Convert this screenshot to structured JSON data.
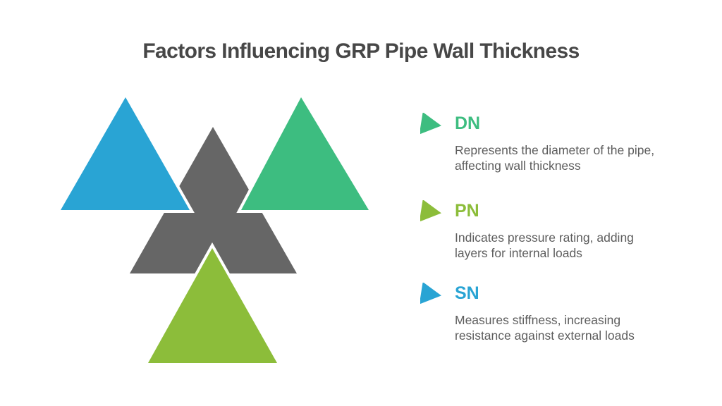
{
  "title": "Factors Influencing GRP Pipe Wall Thickness",
  "colors": {
    "dn": "#3dbd80",
    "pn": "#8cbd3a",
    "sn": "#29a4d4",
    "core": "#666666",
    "title_text": "#474747",
    "body_text": "#5d5d5d",
    "outline": "#ffffff"
  },
  "diagram": {
    "description": "Three colored triangles (SN blue top-left, DN green top-right, PN lime bottom) overlapping a dark gray core triangle, separated by white outlines",
    "triangles": [
      {
        "id": "core",
        "role": "core-triangle"
      },
      {
        "id": "sn",
        "role": "stiffness-triangle"
      },
      {
        "id": "dn",
        "role": "diameter-triangle"
      },
      {
        "id": "pn",
        "role": "pressure-triangle"
      }
    ]
  },
  "legend": {
    "items": [
      {
        "id": "dn",
        "label": "DN",
        "description": "Represents the diameter of the pipe, affecting wall thickness"
      },
      {
        "id": "pn",
        "label": "PN",
        "description": "Indicates pressure rating, adding layers for internal loads"
      },
      {
        "id": "sn",
        "label": "SN",
        "description": "Measures stiffness, increasing resistance against external loads"
      }
    ]
  }
}
